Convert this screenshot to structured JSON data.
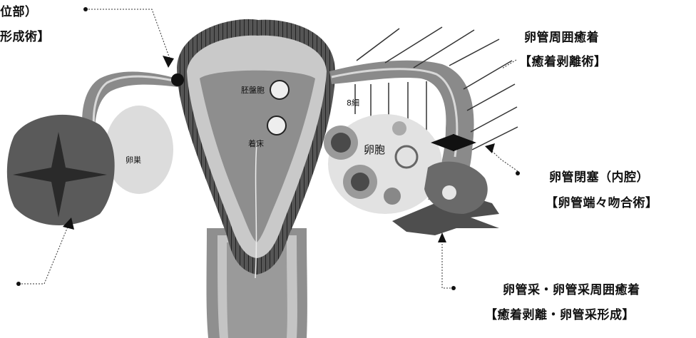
{
  "labels": {
    "top_left_line1": "位部）",
    "top_left_line2": "形成術】",
    "right_top_line1": "卵管周囲癒着",
    "right_top_line2": "【癒着剥離術】",
    "right_mid_line1": "卵管閉塞（内腔）",
    "right_mid_line2": "【卵管端々吻合術】",
    "right_bot_line1": "卵管采・卵管采周囲癒着",
    "right_bot_line2": "【癒着剥離・卵管采形成】"
  },
  "figure_text": {
    "ovary_left": "卵巣",
    "ovary_right": "卵胞",
    "embryo": "胚盤胞",
    "implantation": "着床",
    "small": "8細"
  },
  "colors": {
    "uterus_wall": "#4a4a4a",
    "uterus_inner": "#bdbdbd",
    "cavity": "#8c8c8c",
    "ovary_light": "#dedede",
    "dark_blob": "#585858",
    "star": "#2b2b2b"
  }
}
